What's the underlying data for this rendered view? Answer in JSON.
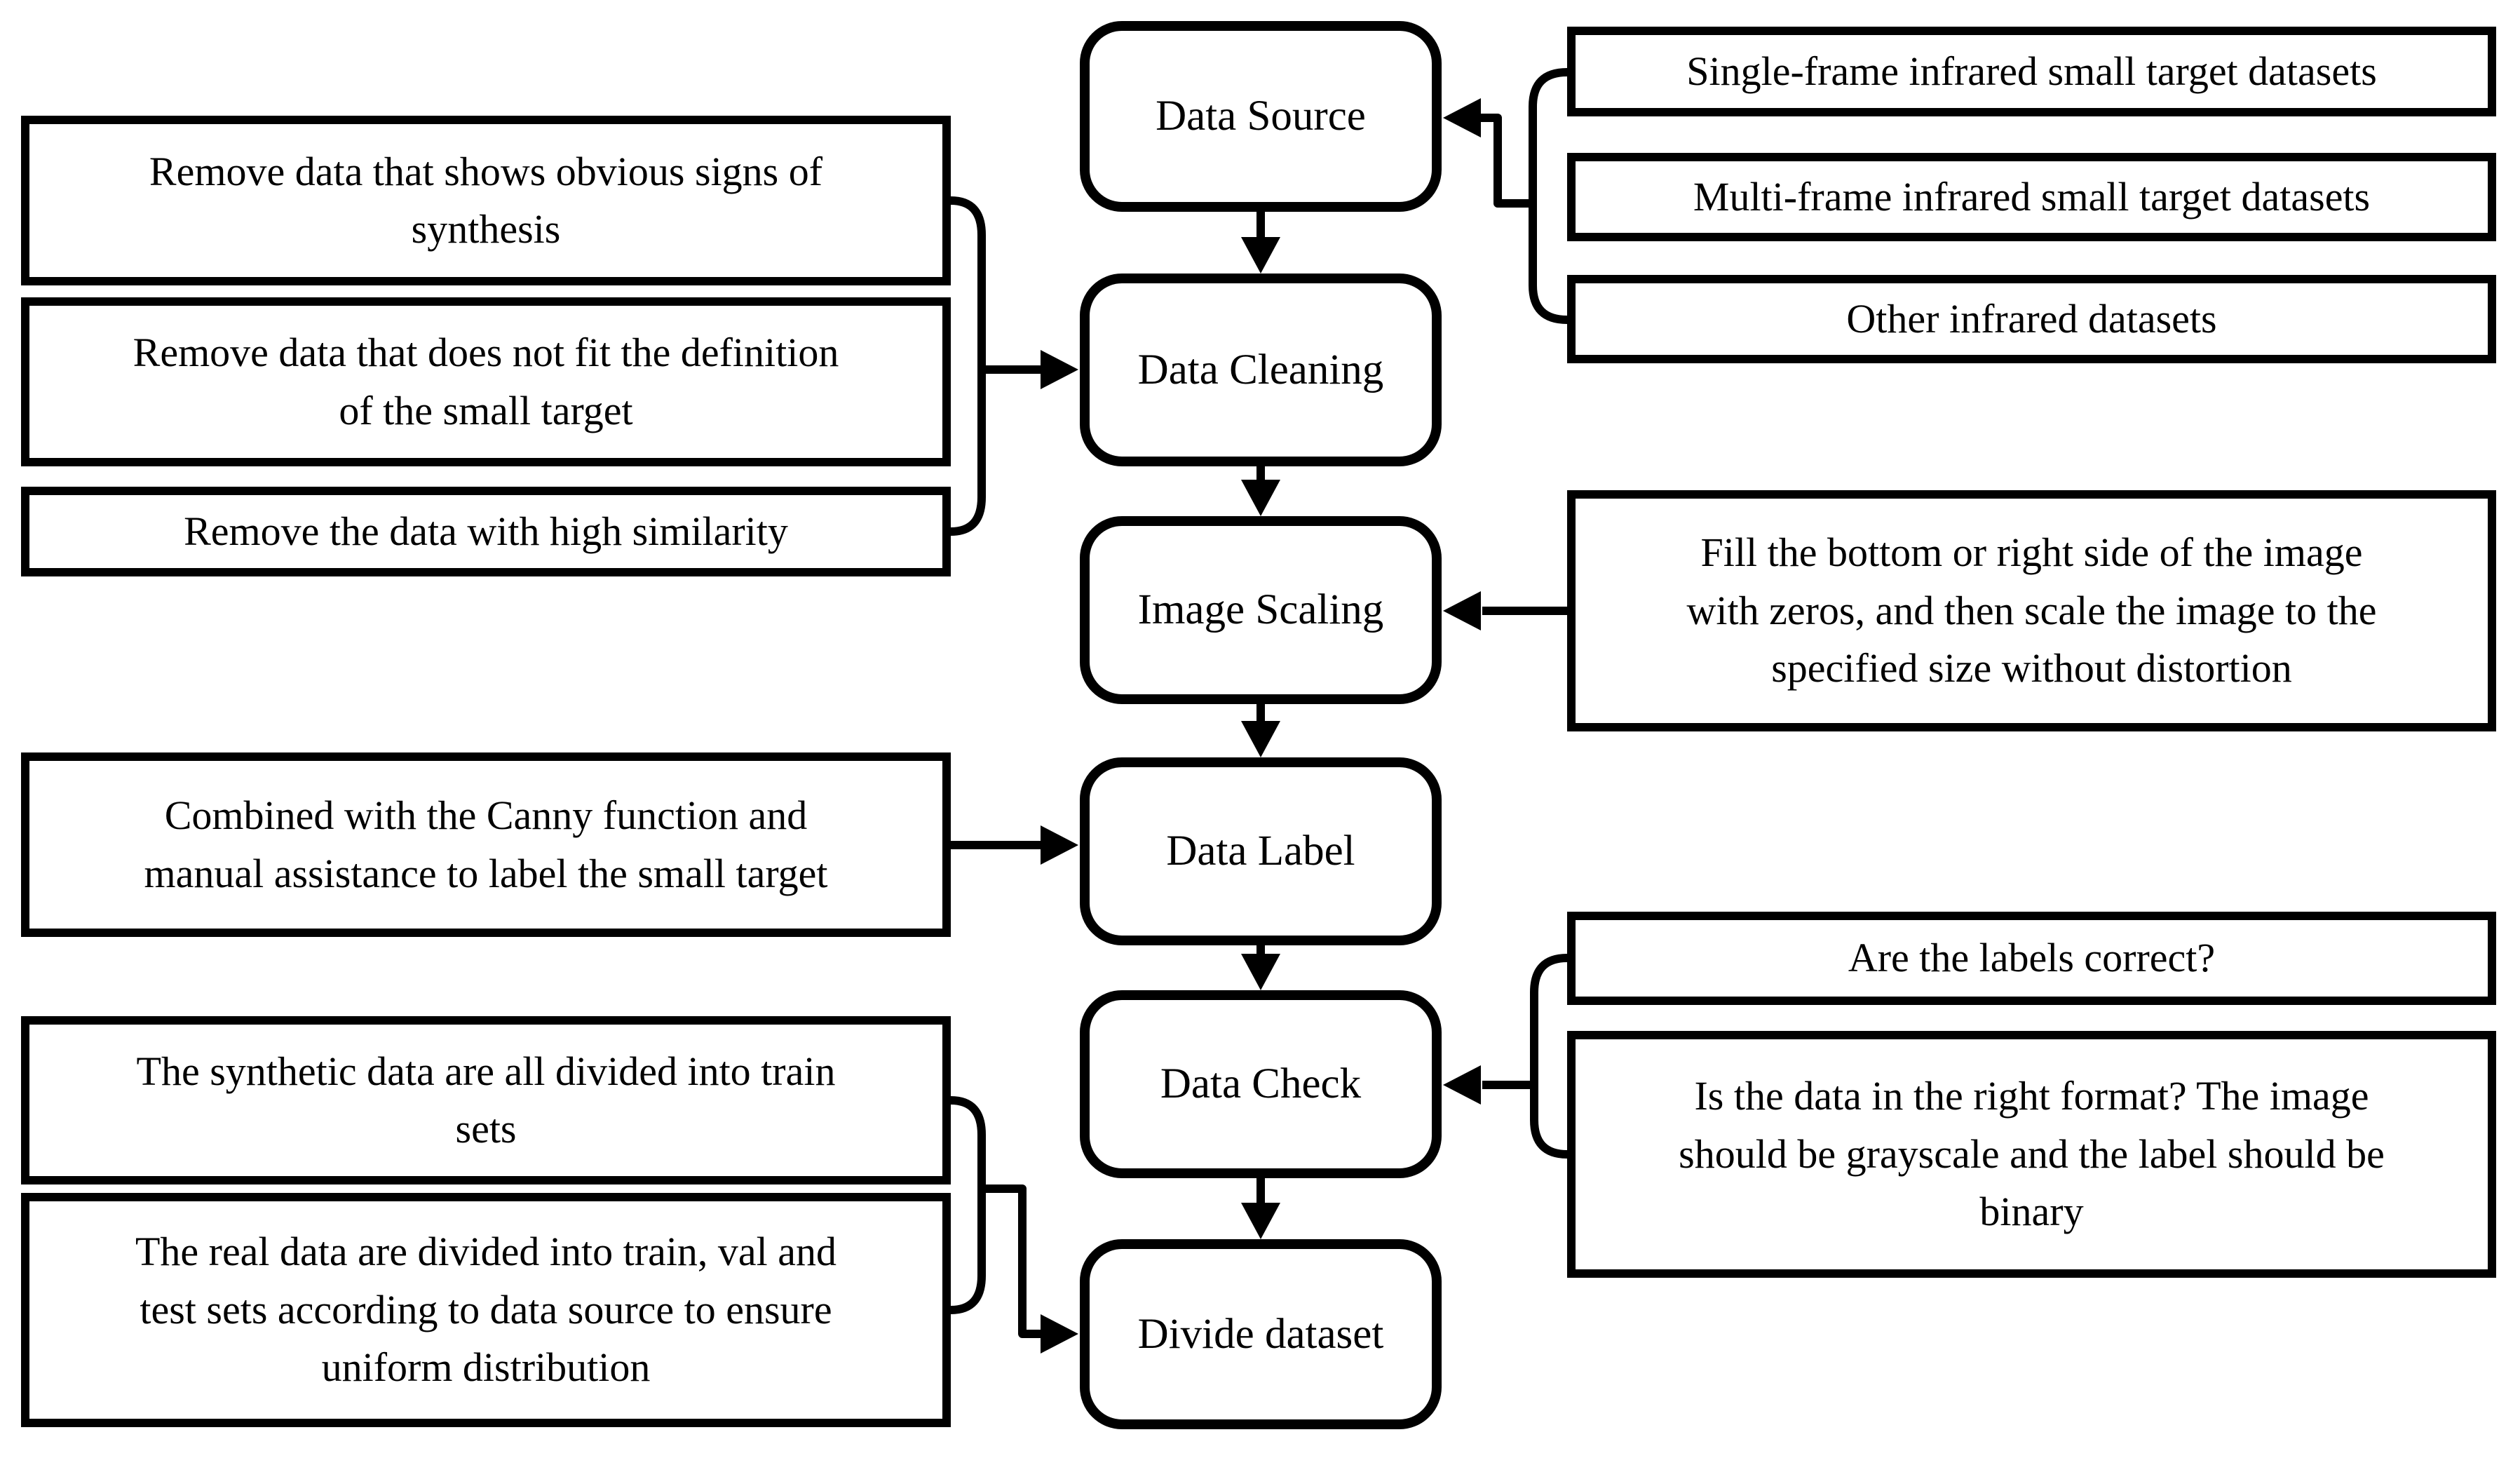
{
  "diagram": {
    "colors": {
      "line": "#000000",
      "background": "#ffffff",
      "box_fill": "#ffffff"
    },
    "center_nodes": [
      {
        "label": "Data Source"
      },
      {
        "label": "Data Cleaning"
      },
      {
        "label": "Image Scaling"
      },
      {
        "label": "Data Label"
      },
      {
        "label": "Data Check"
      },
      {
        "label": "Divide dataset"
      }
    ],
    "left_notes": [
      {
        "text": "Remove data that shows obvious signs of\nsynthesis"
      },
      {
        "text": "Remove data that does not fit the definition\nof the small target"
      },
      {
        "text": "Remove the data with high similarity"
      },
      {
        "text": "Combined with the Canny function and\nmanual assistance to label the small target"
      },
      {
        "text": "The synthetic data are all divided into train\nsets"
      },
      {
        "text": "The real data are divided into train, val and\ntest sets according to data source to ensure\nuniform distribution"
      }
    ],
    "right_notes": [
      {
        "text": "Single-frame infrared small target datasets"
      },
      {
        "text": "Multi-frame infrared small target datasets"
      },
      {
        "text": "Other infrared datasets"
      },
      {
        "text": "Fill the bottom or right side of the image\nwith zeros, and then scale the image to the\nspecified size without distortion"
      },
      {
        "text": "Are the labels correct?"
      },
      {
        "text": "Is the data in the right format? The image\nshould be grayscale and the label should be\nbinary"
      }
    ]
  }
}
